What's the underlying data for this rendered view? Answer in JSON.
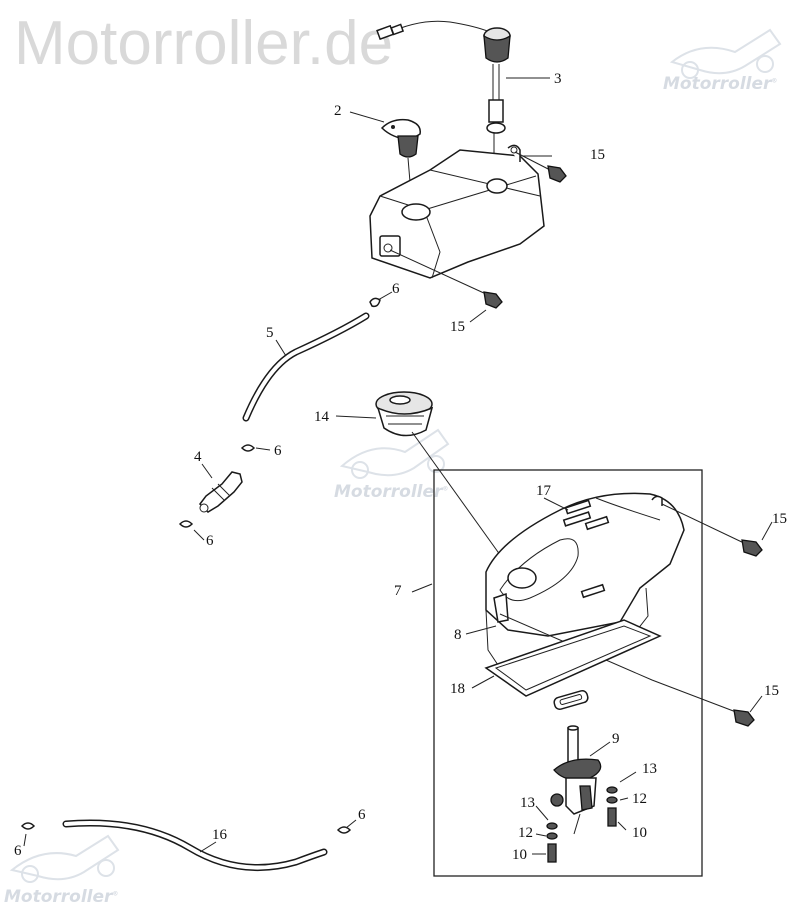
{
  "watermark": {
    "title": "Motorroller.de",
    "logo_text": "Motorroller",
    "logo_mark": "®"
  },
  "callouts": {
    "c2": "2",
    "c3": "3",
    "c4": "4",
    "c5": "5",
    "c6a": "6",
    "c6b": "6",
    "c6c": "6",
    "c6d": "6",
    "c6e": "6",
    "c7": "7",
    "c8": "8",
    "c9": "9",
    "c10a": "10",
    "c10b": "10",
    "c12a": "12",
    "c12b": "12",
    "c13a": "13",
    "c13b": "13",
    "c14": "14",
    "c15a": "15",
    "c15b": "15",
    "c15c": "15",
    "c15d": "15",
    "c16": "16",
    "c17": "17",
    "c18": "18"
  },
  "colors": {
    "line": "#1a1a1a",
    "watermark": "#d9d9d9"
  }
}
